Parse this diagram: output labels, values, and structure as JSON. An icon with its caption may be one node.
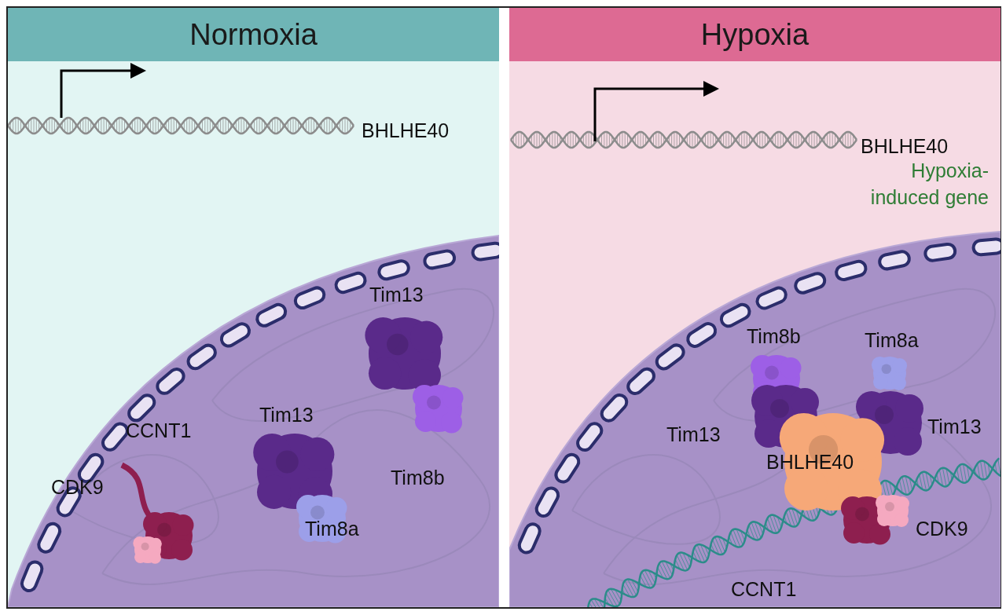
{
  "diagram": {
    "nodes": [
      {
        "text": [
          "Normoxia"
        ]
      },
      {
        "text": [
          "Hypoxia"
        ]
      }
    ],
    "labels": [
      "BHLHE40",
      "Tim13",
      "Tim13",
      "Tim8b",
      "CCNT1",
      "CDK9",
      "Tim8a",
      "BHLHE40",
      "Hypoxia- induced gene",
      "Tim8b",
      "Tim8a",
      "Tim13",
      "Tim13",
      "BHLHE40",
      "CDK9",
      "CCNT1"
    ]
  }
}
